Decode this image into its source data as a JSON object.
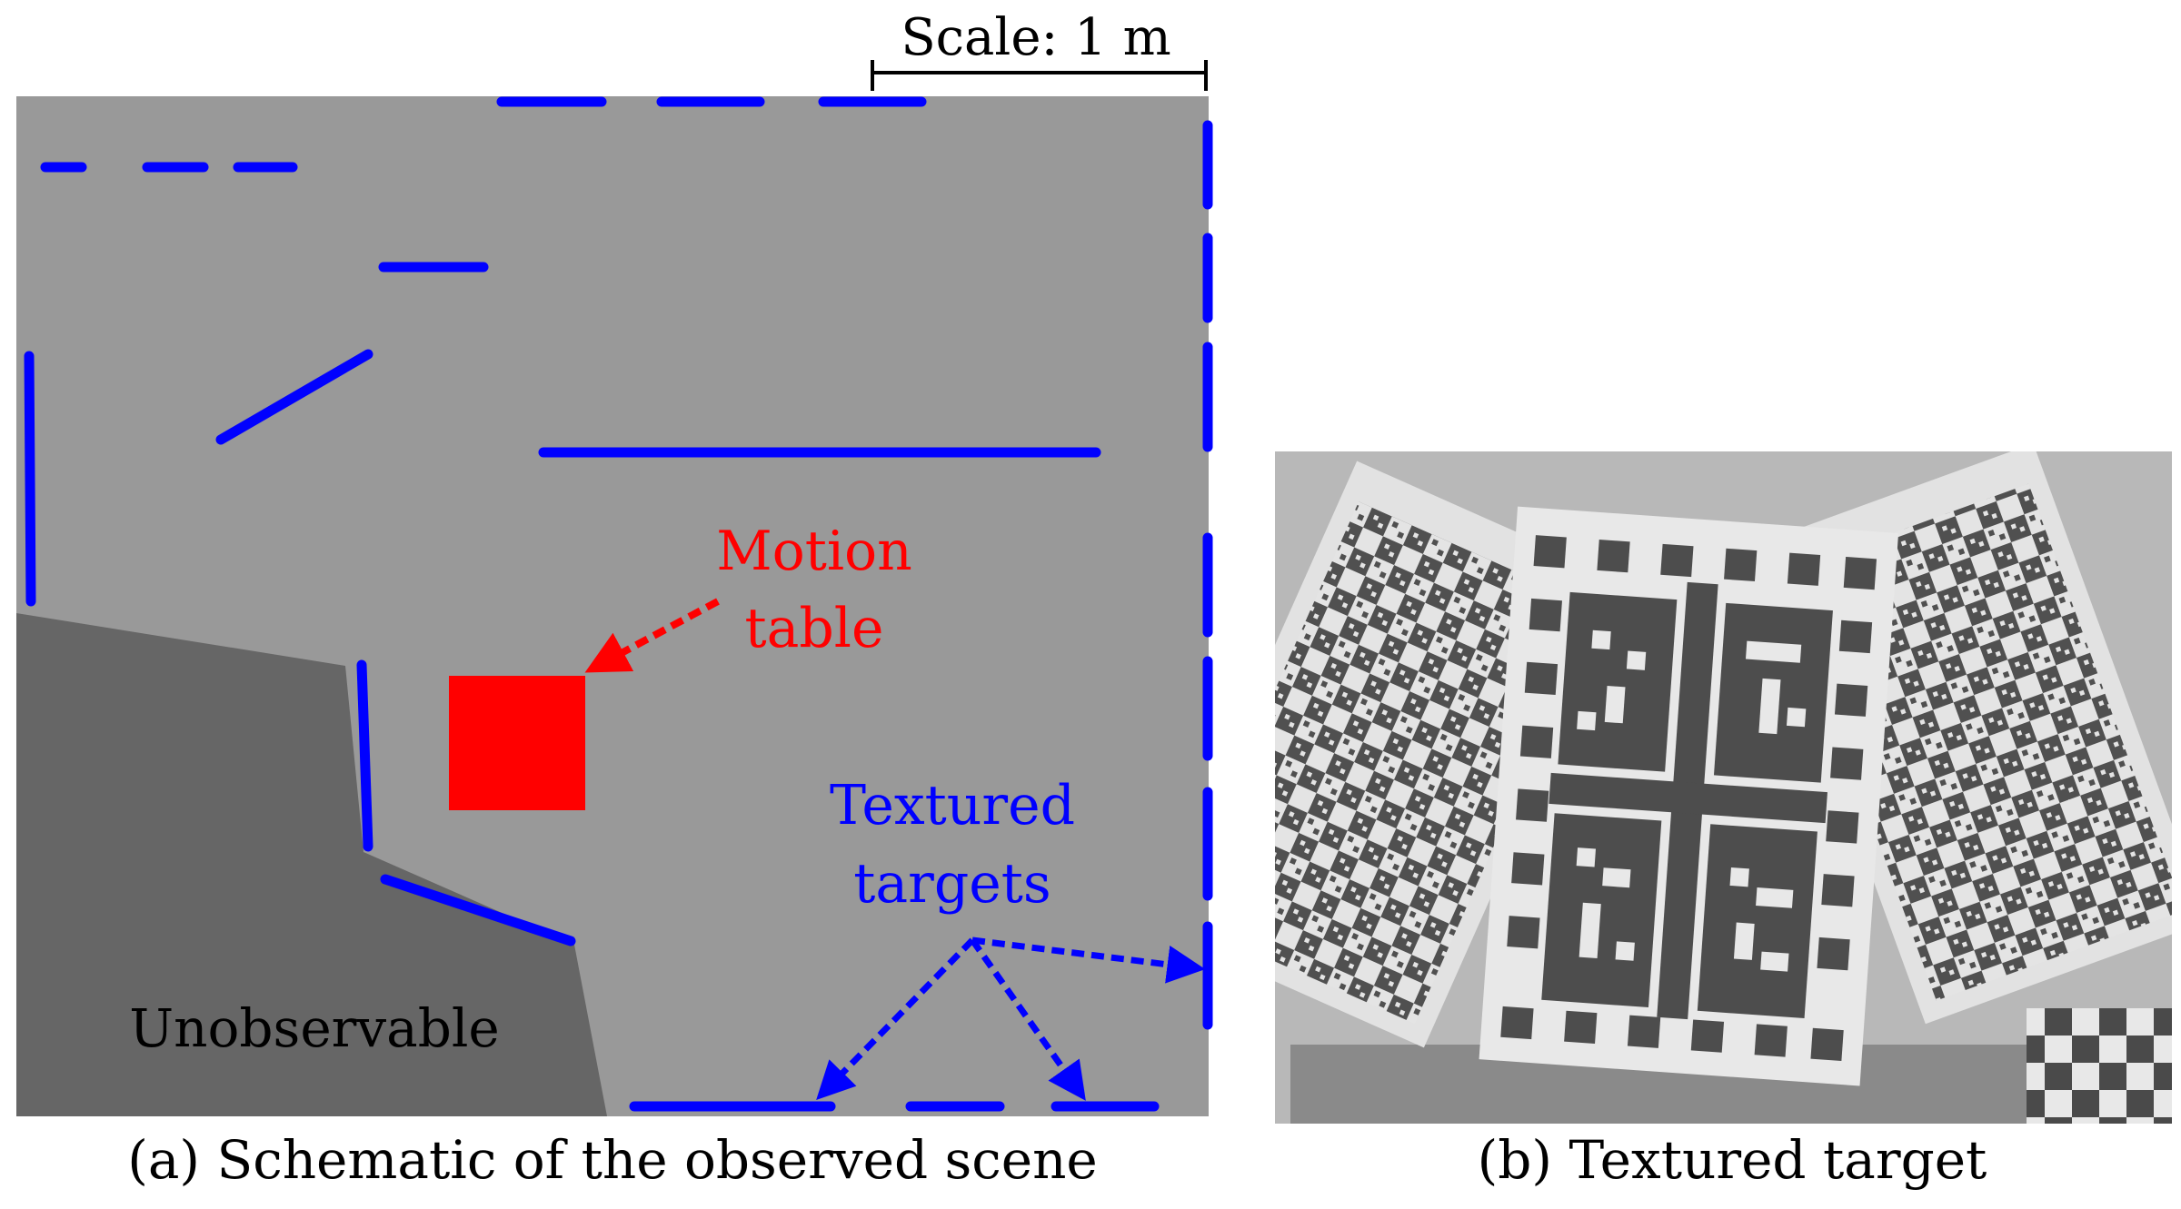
{
  "panel_a": {
    "scale_label": "Scale: 1 m",
    "motion_label": [
      "Motion",
      "table"
    ],
    "targets_label": [
      "Textured",
      "targets"
    ],
    "unobservable_label": "Unobservable",
    "caption": "(a) Schematic of the observed scene"
  },
  "panel_b": {
    "caption": "(b) Textured target"
  },
  "colors": {
    "scene_background": "#999999",
    "unobservable_region": "#666666",
    "targets": "#0000ff",
    "motion_table": "#ff0000",
    "photo_background": "#b8b8b8",
    "marker_dark": "#555555",
    "paper": "#e6e6e6"
  }
}
